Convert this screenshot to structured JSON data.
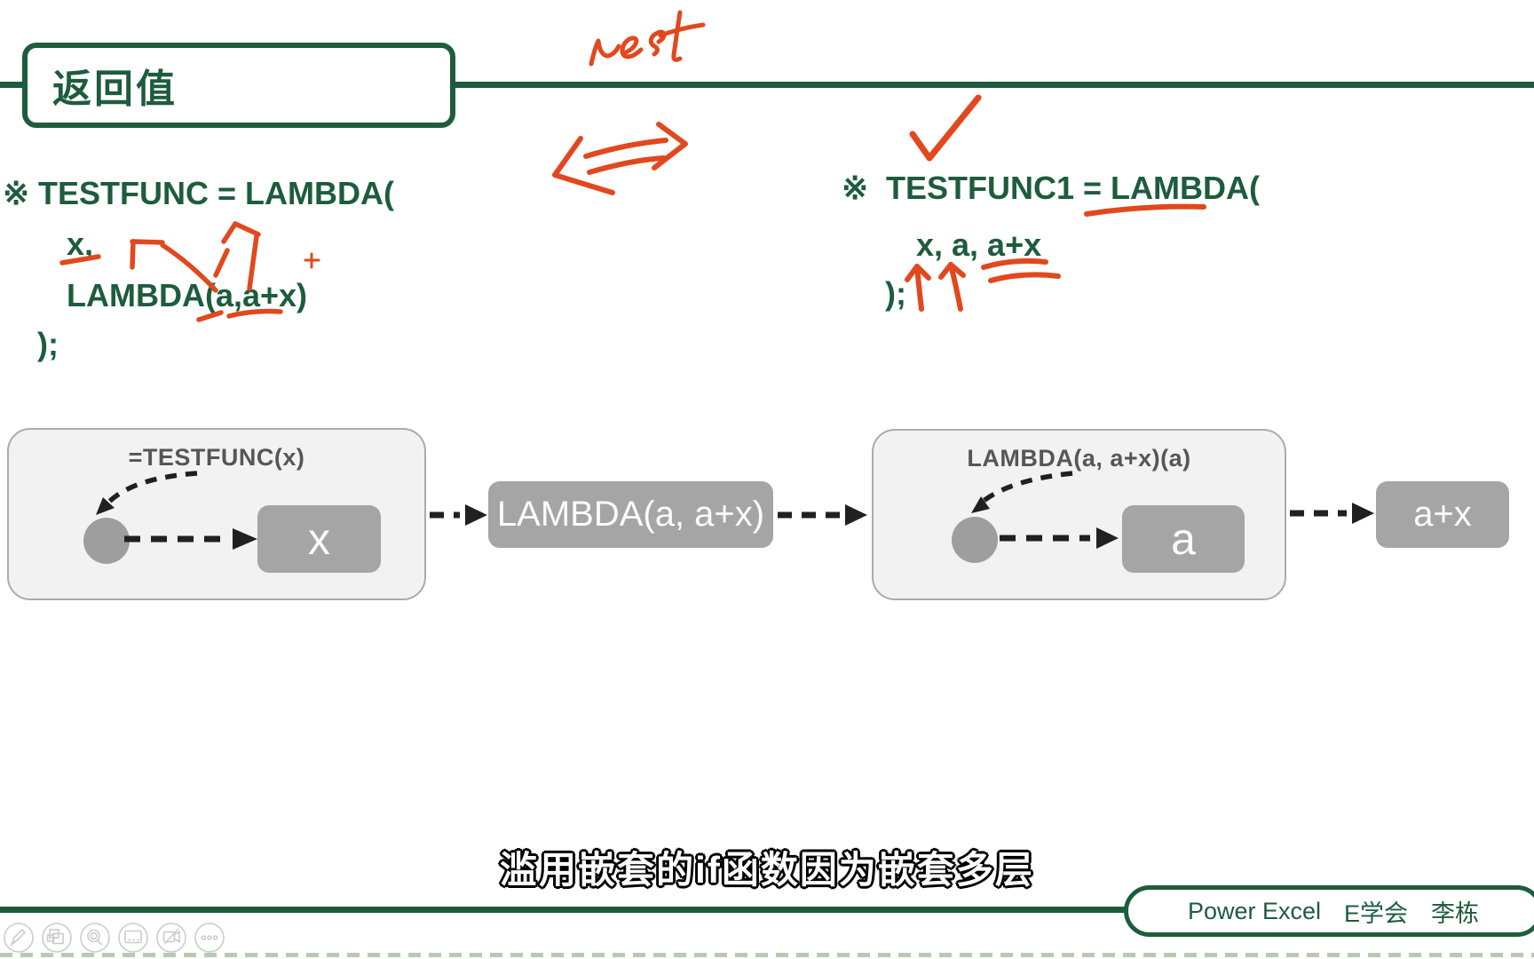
{
  "colors": {
    "accent_green": "#1d5c3c",
    "annotation_red": "#e2481e",
    "panel_fill": "#f2f2f2",
    "panel_border": "#ababab",
    "node_gray": "#a5a5a5",
    "caption_gray": "#565656",
    "arrow_ink": "#202020",
    "toolbar_gray": "#cccccc",
    "bottom_dash_green": "#b7cbb2"
  },
  "title_box": {
    "label": "返回值"
  },
  "handwriting": {
    "word": "nest"
  },
  "code_left": {
    "marker": "※",
    "line1": "TESTFUNC = LAMBDA(",
    "line2": "x,",
    "line3": "LAMBDA(a,a+x)",
    "line4": ");"
  },
  "code_right": {
    "marker": "※",
    "line1": "TESTFUNC1 = LAMBDA(",
    "line2": "x, a, a+x",
    "line3": ");"
  },
  "diagram": {
    "left_group": {
      "caption": "=TESTFUNC(x)",
      "node": "x"
    },
    "lambda_node": "LAMBDA(a, a+x)",
    "right_group": {
      "caption": "LAMBDA(a, a+x)(a)",
      "node": "a"
    },
    "result_node": "a+x"
  },
  "subtitle": {
    "text": "滥用嵌套的if函数因为嵌套多层"
  },
  "footer": {
    "brand": "Power Excel",
    "org": "E学会",
    "author": "李栋"
  },
  "toolbar": {
    "icons": [
      {
        "name": "pen-icon"
      },
      {
        "name": "slides-icon"
      },
      {
        "name": "magnifier-icon"
      },
      {
        "name": "whiteboard-icon"
      },
      {
        "name": "camera-off-icon"
      },
      {
        "name": "more-dots-icon"
      }
    ]
  }
}
